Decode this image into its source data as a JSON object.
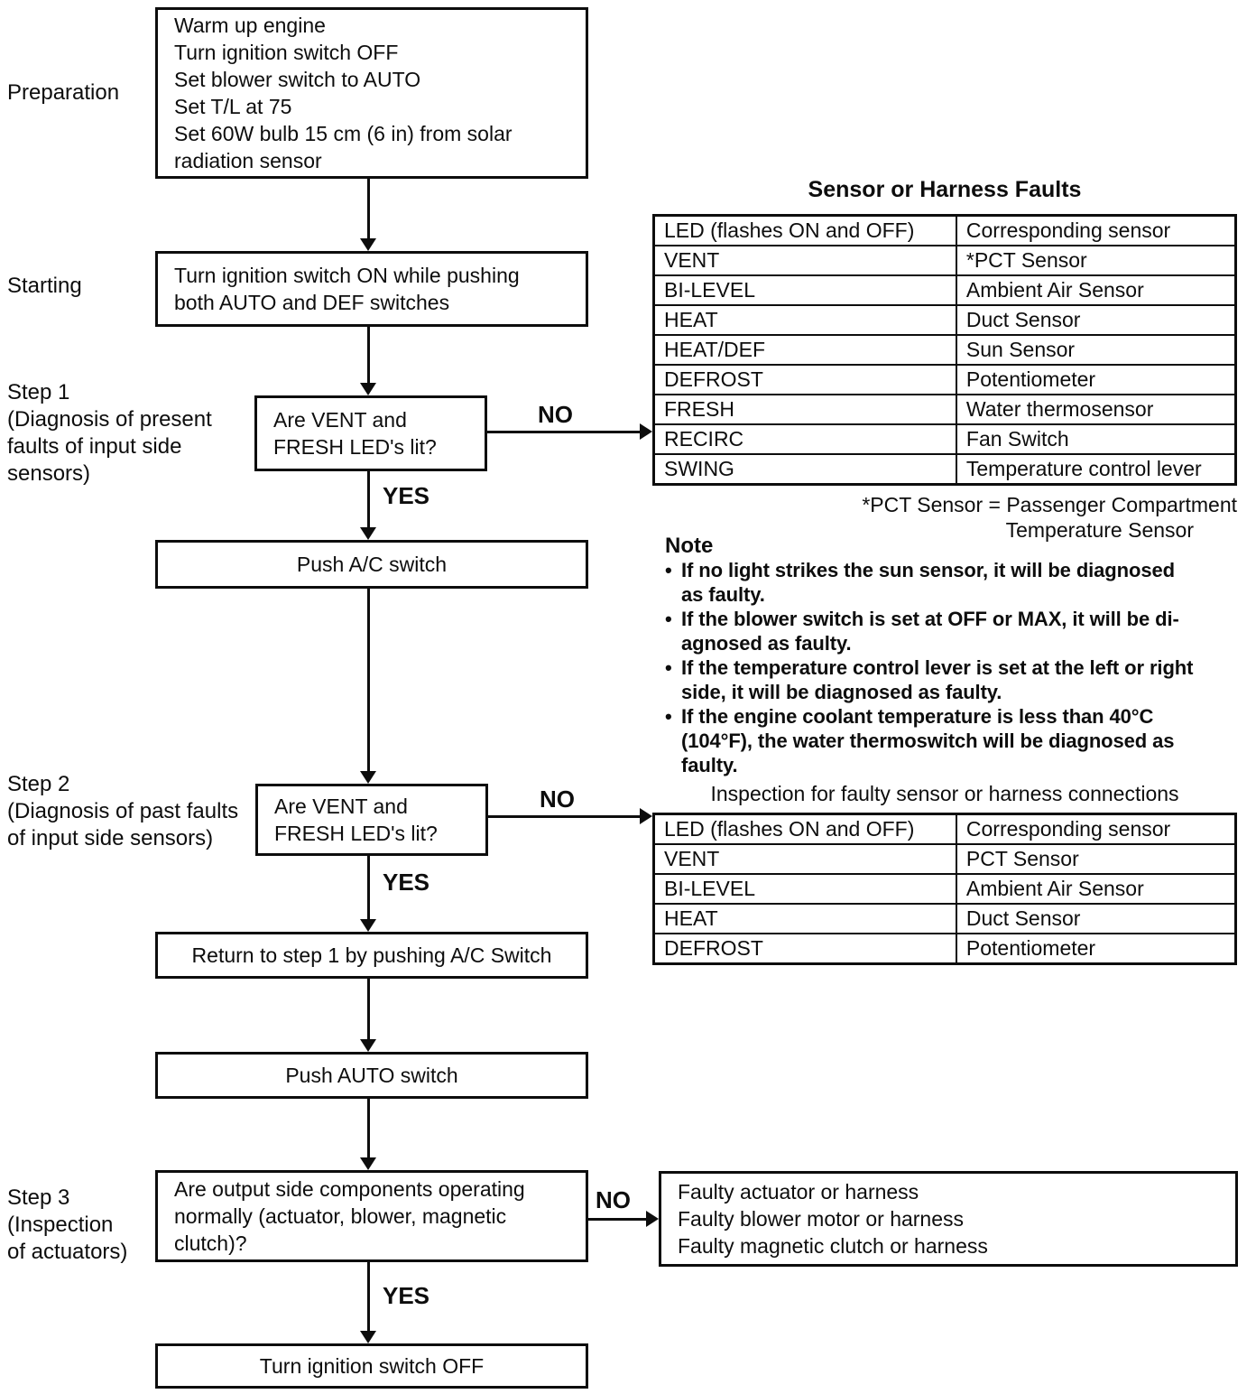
{
  "diagram": {
    "side_labels": {
      "preparation": "Preparation",
      "starting": "Starting",
      "step1": "Step 1\n(Diagnosis of present\nfaults of input side\nsensors)",
      "step2": "Step 2\n(Diagnosis of past faults\nof input side sensors)",
      "step3": "Step 3\n(Inspection\nof actuators)"
    },
    "boxes": {
      "preparation": "Warm up engine\nTurn ignition switch OFF\nSet blower switch to AUTO\nSet T/L at 75\nSet 60W bulb 15 cm (6 in) from solar\nradiation sensor",
      "starting": "Turn ignition switch ON while pushing\nboth AUTO and DEF switches",
      "decision_step1": "Are VENT and\nFRESH LED's lit?",
      "push_ac": "Push A/C switch",
      "decision_step2": "Are VENT and\nFRESH LED's lit?",
      "return_step1": "Return to step 1 by pushing A/C Switch",
      "push_auto": "Push AUTO switch",
      "decision_step3": "Are output side components operating\nnormally (actuator, blower, magnetic\nclutch)?",
      "turn_off": "Turn ignition switch OFF",
      "fault_outcomes": "Faulty actuator or harness\nFaulty blower motor or harness\nFaulty magnetic clutch or harness"
    },
    "edge_labels": {
      "no": "NO",
      "yes": "YES"
    },
    "sensor_faults_table": {
      "title": "Sensor or Harness Faults",
      "headers": [
        "LED (flashes ON and OFF)",
        "Corresponding sensor"
      ],
      "rows": [
        [
          "VENT",
          "*PCT Sensor"
        ],
        [
          "BI-LEVEL",
          "Ambient Air Sensor"
        ],
        [
          "HEAT",
          "Duct Sensor"
        ],
        [
          "HEAT/DEF",
          "Sun Sensor"
        ],
        [
          "DEFROST",
          "Potentiometer"
        ],
        [
          "FRESH",
          "Water thermosensor"
        ],
        [
          "RECIRC",
          "Fan Switch"
        ],
        [
          "SWING",
          "Temperature control lever"
        ]
      ],
      "footnote_line1": "*PCT Sensor = Passenger Compartment",
      "footnote_line2": "Temperature Sensor"
    },
    "note": {
      "heading": "Note",
      "bullet_glyph": "•",
      "bullets": [
        "If no light strikes the sun sensor, it will be diagnosed\nas faulty.",
        "If the blower switch is set at OFF or MAX, it will be di-\nagnosed as faulty.",
        "If the temperature control lever is set at the left or right\nside, it will be diagnosed as faulty.",
        "If the engine coolant temperature is less than 40°C\n(104°F), the water thermoswitch will be diagnosed as\nfaulty."
      ]
    },
    "inspection_table": {
      "title": "Inspection for faulty sensor or harness connections",
      "headers": [
        "LED (flashes ON and OFF)",
        "Corresponding sensor"
      ],
      "rows": [
        [
          "VENT",
          "PCT Sensor"
        ],
        [
          "BI-LEVEL",
          "Ambient Air Sensor"
        ],
        [
          "HEAT",
          "Duct Sensor"
        ],
        [
          "DEFROST",
          "Potentiometer"
        ]
      ]
    }
  }
}
